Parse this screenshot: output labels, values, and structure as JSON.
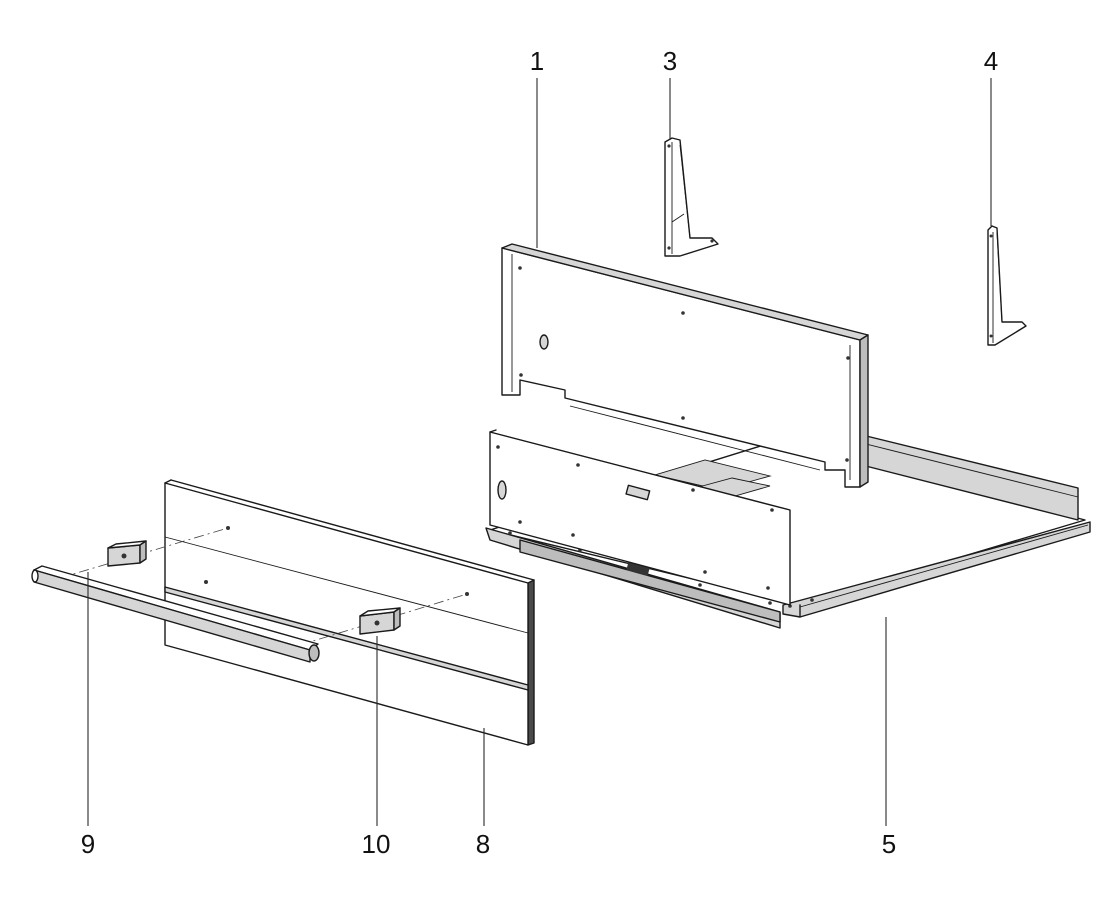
{
  "diagram": {
    "type": "exploded-assembly",
    "callouts": [
      {
        "id": "p1",
        "label": "1"
      },
      {
        "id": "p3",
        "label": "3"
      },
      {
        "id": "p4",
        "label": "4"
      },
      {
        "id": "p5",
        "label": "5"
      },
      {
        "id": "p8",
        "label": "8"
      },
      {
        "id": "p9",
        "label": "9"
      },
      {
        "id": "p10",
        "label": "10"
      }
    ]
  }
}
